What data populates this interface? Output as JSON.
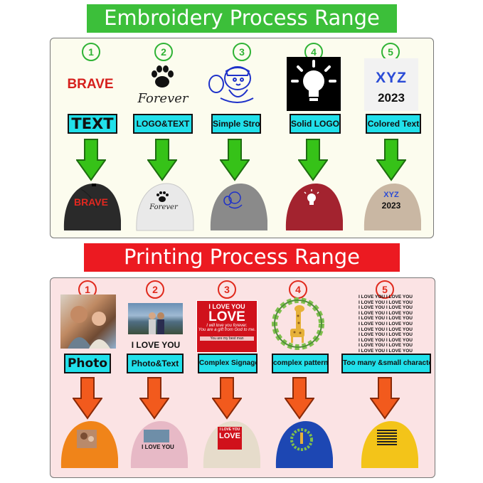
{
  "embroidery": {
    "title": "Embroidery Process Range",
    "items": [
      {
        "num": "1",
        "label": "TEXT",
        "art_text": "BRAVE",
        "cap_color": "#2a2a2a",
        "cap_text": "BRAVE"
      },
      {
        "num": "2",
        "label": "LOGO&TEXT",
        "art_text": "Forever",
        "cap_color": "#e9e9e9",
        "cap_text": "Forever"
      },
      {
        "num": "3",
        "label": "Simple Strokes",
        "cap_color": "#8a8a8a"
      },
      {
        "num": "4",
        "label": "Solid LOGO",
        "cap_color": "#a3232f"
      },
      {
        "num": "5",
        "label": "Colored Text",
        "art_text_1": "XYZ",
        "art_text_2": "2023",
        "cap_color": "#c9b7a3",
        "cap_text_1": "XYZ",
        "cap_text_2": "2023"
      }
    ]
  },
  "printing": {
    "title": "Printing Process Range",
    "items": [
      {
        "num": "1",
        "label": "Photo",
        "cap_color": "#f08419"
      },
      {
        "num": "2",
        "label": "Photo&Text",
        "art_text": "I LOVE YOU",
        "cap_color": "#e7b9c6",
        "cap_text": "I LOVE YOU"
      },
      {
        "num": "3",
        "label": "Complex Signage",
        "art_line_1": "I LOVE YOU",
        "art_line_2": "LOVE",
        "art_line_3": "I will love you forever.",
        "art_line_4": "You are a gift from God to me.",
        "art_line_5": "You are my best man",
        "cap_color": "#e6dccb",
        "cap_text_1": "I LOVE YOU",
        "cap_text_2": "LOVE"
      },
      {
        "num": "4",
        "label": "complex pattern",
        "cap_color": "#1d47b3"
      },
      {
        "num": "5",
        "label": "Too many &small characters",
        "art_line": "I LOVE YOU I LOVE YOU",
        "cap_color": "#f3c419"
      }
    ]
  }
}
